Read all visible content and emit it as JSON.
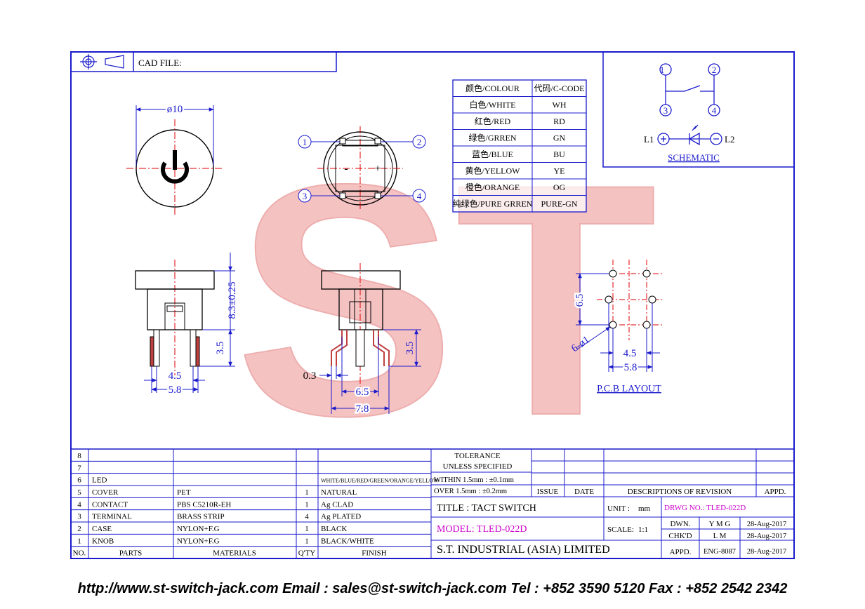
{
  "header": {
    "cad_label": "CAD FILE:"
  },
  "colour_table": {
    "headers": [
      "颜色/COLOUR",
      "代码/C-CODE"
    ],
    "rows": [
      [
        "白色/WHITE",
        "WH"
      ],
      [
        "红色/RED",
        "RD"
      ],
      [
        "绿色/GRREN",
        "GN"
      ],
      [
        "蓝色/BLUE",
        "BU"
      ],
      [
        "黄色/YELLOW",
        "YE"
      ],
      [
        "橙色/ORANGE",
        "OG"
      ],
      [
        "纯绿色/PURE GRREN",
        "PURE-GN"
      ]
    ]
  },
  "schematic": {
    "label": "SCHEMATIC",
    "pins": [
      "1",
      "2",
      "3",
      "4"
    ],
    "l1": "L1",
    "l2": "L2"
  },
  "top_view": {
    "diameter": "ø10"
  },
  "pin_view": {
    "pins": [
      "1",
      "2",
      "3",
      "4"
    ],
    "minus": "-",
    "plus": "+"
  },
  "side_view_left": {
    "height": "8.3±0.25",
    "pin_length": "3.5",
    "pitch": "4.5",
    "width": "5.8"
  },
  "side_view_mid": {
    "thickness": "0.3",
    "pin_length": "3.5",
    "pitch": "6.5",
    "width": "7.8"
  },
  "pcb": {
    "label": "P.C.B LAYOUT",
    "vertical": "6.5",
    "holes": "6-ø1",
    "pitch": "4.5",
    "width": "5.8"
  },
  "watermark": "ST",
  "parts_table": {
    "rows": [
      {
        "no": "8",
        "part": "",
        "material": "",
        "qty": "",
        "finish": ""
      },
      {
        "no": "7",
        "part": "",
        "material": "",
        "qty": "",
        "finish": ""
      },
      {
        "no": "6",
        "part": "LED",
        "material": "",
        "qty": "",
        "finish": "WHITE/BLUE/RED/GREEN/ORANGE/YELLOW"
      },
      {
        "no": "5",
        "part": "COVER",
        "material": "PET",
        "qty": "1",
        "finish": "NATURAL"
      },
      {
        "no": "4",
        "part": "CONTACT",
        "material": "PBS C5210R-EH",
        "qty": "1",
        "finish": "Ag CLAD"
      },
      {
        "no": "3",
        "part": "TERMINAL",
        "material": "BRASS STRIP",
        "qty": "4",
        "finish": "Ag PLATED"
      },
      {
        "no": "2",
        "part": "CASE",
        "material": "NYLON+F.G",
        "qty": "1",
        "finish": "BLACK"
      },
      {
        "no": "1",
        "part": "KNOB",
        "material": "NYLON+F.G",
        "qty": "1",
        "finish": "BLACK/WHITE"
      }
    ],
    "headers": {
      "no": "NO.",
      "part": "PARTS",
      "material": "MATERIALS",
      "qty": "Q'TY",
      "finish": "FINISH"
    }
  },
  "tolerance": {
    "line1": "TOLERANCE",
    "line2": "UNLESS   SPECIFIED",
    "within": "WITHIN  1.5mm : ±0.1mm",
    "over": "OVER   1.5mm : ±0.2mm"
  },
  "revision": {
    "issue": "ISSUE",
    "date": "DATE",
    "desc": "DESCRIPTIONS  OF  REVISION",
    "appd": "APPD."
  },
  "title_block": {
    "title": "TITLE : TACT SWITCH",
    "unit_label": "UNIT :",
    "unit": "mm",
    "drwg": "DRWG NO.: TLED-022D",
    "model": "MODEL: TLED-022D",
    "scale_label": "SCALE:",
    "scale": "1:1",
    "dwn_label": "DWN.",
    "dwn": "Y M G",
    "dwn_date": "28-Aug-2017",
    "chkd_label": "CHK'D",
    "chkd": "L M",
    "chkd_date": "28-Aug-2017",
    "company": "S.T.  INDUSTRIAL  (ASIA)  LIMITED",
    "appd_label": "APPD.",
    "appd": "ENG-8087",
    "appd_date": "28-Aug-2017"
  },
  "footer": "http://www.st-switch-jack.com  Email : sales@st-switch-jack.com  Tel : +852 3590 5120  Fax : +852 2542 2342",
  "colors": {
    "frame": "#1a1acc",
    "dim": "#1a1acc",
    "centerline": "#e00000",
    "watermark": "#f4b5b5",
    "magenta": "#cc00cc"
  }
}
